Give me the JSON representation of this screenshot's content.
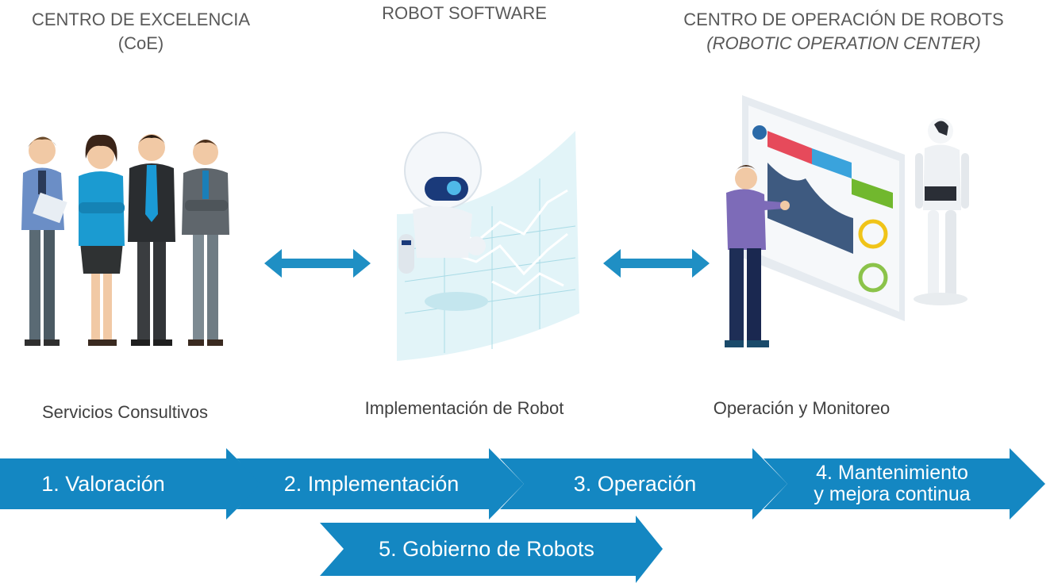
{
  "headers": {
    "coe_line1": "CENTRO DE EXCELENCIA",
    "coe_line2": "(CoE)",
    "robot": "ROBOT SOFTWARE",
    "roc_line1": "CENTRO DE OPERACIÓN DE ROBOTS",
    "roc_line2": "(ROBOTIC OPERATION CENTER)"
  },
  "captions": {
    "consult": "Servicios Consultivos",
    "implement": "Implementación de Robot",
    "operate": "Operación y Monitoreo"
  },
  "steps": [
    {
      "label": "1. Valoración"
    },
    {
      "label": "2. Implementación"
    },
    {
      "label": "3. Operación"
    },
    {
      "line1": "4. Mantenimiento",
      "line2": "y mejora continua"
    },
    {
      "label": "5. Gobierno de Robots"
    }
  ],
  "colors": {
    "chevron": "#1487c2",
    "arrow": "#1f8fc4",
    "header_text": "#595959"
  },
  "icons": [
    "team-illustration",
    "robot-illustration",
    "operator-dashboard-illustration",
    "double-arrow-icon"
  ]
}
